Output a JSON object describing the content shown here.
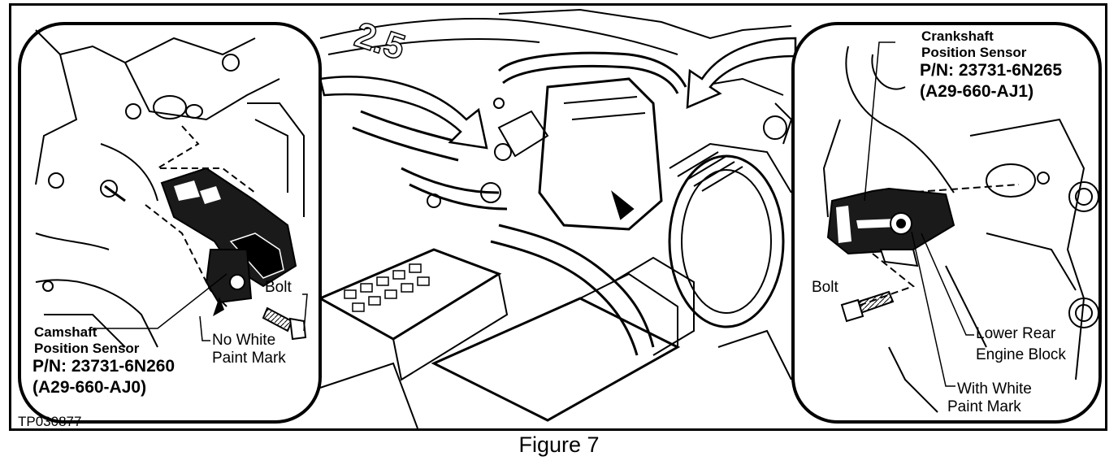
{
  "figure": {
    "caption": "Figure 7",
    "ref_code": "TP030877"
  },
  "camshaft_inset": {
    "name_line1": "Camshaft",
    "name_line2": "Position Sensor",
    "part_number": "P/N: 23731-6N260",
    "alt_number": "(A29-660-AJ0)",
    "bolt_label": "Bolt",
    "mark_line1": "No White",
    "mark_line2": "Paint Mark"
  },
  "crankshaft_inset": {
    "name_line1": "Crankshaft",
    "name_line2": "Position Sensor",
    "part_number": "P/N: 23731-6N265",
    "alt_number": "(A29-660-AJ1)",
    "bolt_label": "Bolt",
    "block_line1": "Lower Rear",
    "block_line2": "Engine Block",
    "mark_line1": "With White",
    "mark_line2": "Paint Mark"
  },
  "engine": {
    "badge_text": "2.5"
  },
  "colors": {
    "ink": "#000000",
    "paper": "#ffffff",
    "shade": "#1a1a1a"
  }
}
